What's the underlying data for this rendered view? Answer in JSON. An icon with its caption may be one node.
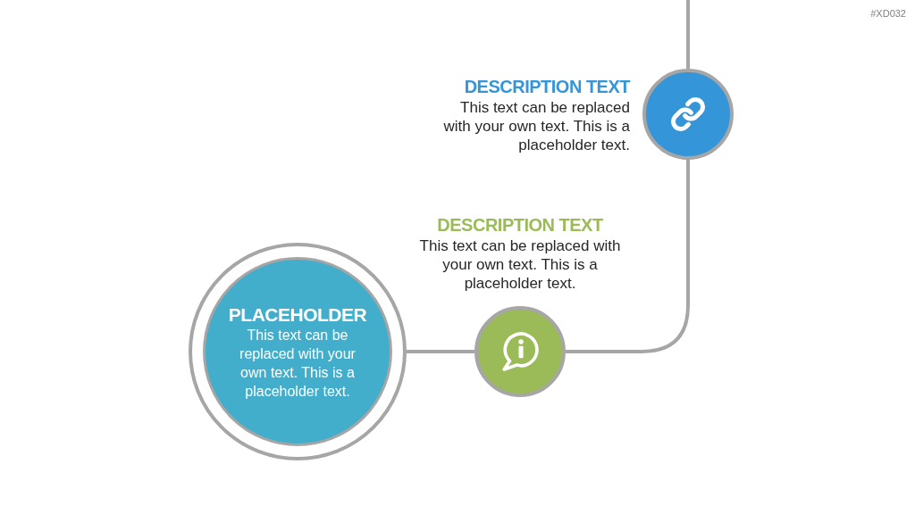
{
  "diagram": {
    "nodes": [
      {
        "text": [
          "PLACEHOLDER",
          "This text can be replaced with your own text. This is a placeholder text."
        ]
      },
      {
        "text": [],
        "shape": "circle",
        "beside": [
          "DESCRIPTION TEXT",
          "This text can be replaced with your own text. This is a placeholder text."
        ]
      },
      {
        "text": [],
        "shape": "circle",
        "beside": [
          "DESCRIPTION TEXT",
          "This text can be replaced with your own text. This is a placeholder text."
        ]
      }
    ],
    "edges": [
      {
        "from": 0,
        "to": 1,
        "arrow": "none"
      },
      {
        "from": 1,
        "to": 2,
        "arrow": "none"
      },
      {
        "from": 2,
        "to": null,
        "arrow": "none"
      }
    ],
    "labels": [
      "#XD032"
    ]
  }
}
